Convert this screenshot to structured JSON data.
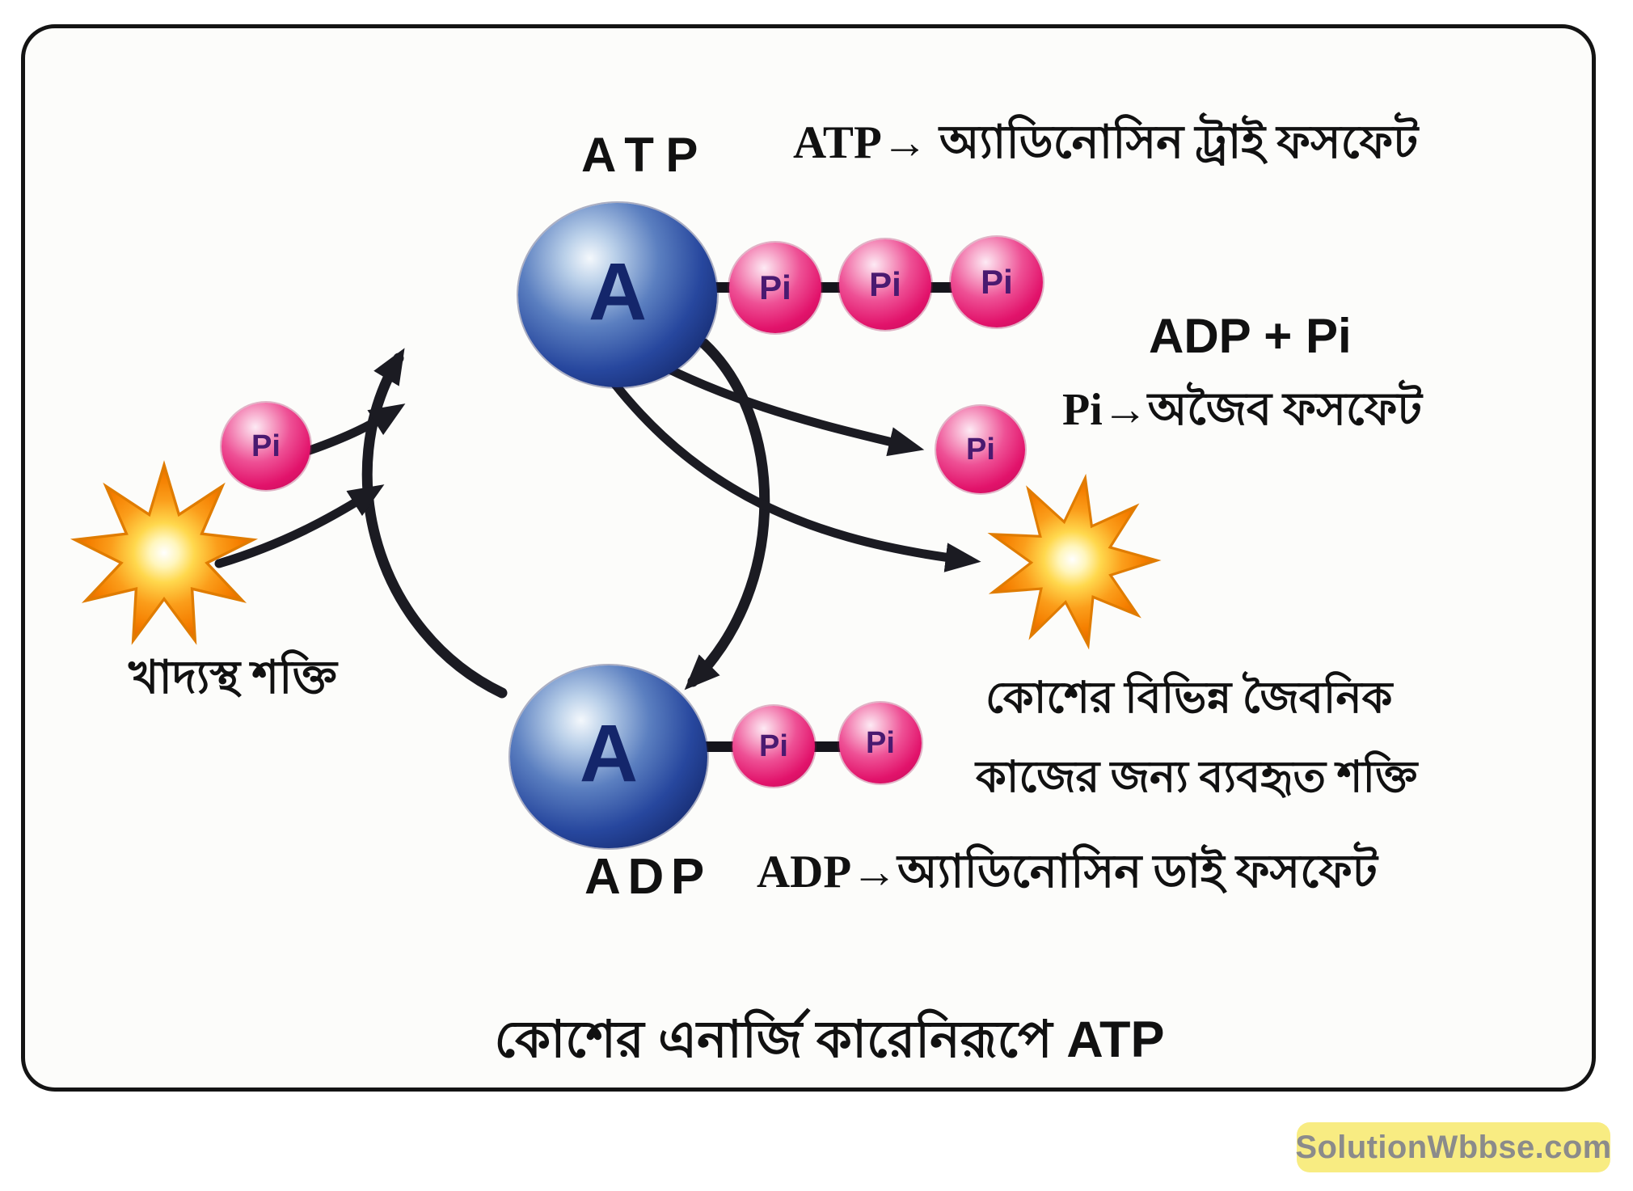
{
  "labels": {
    "adenosine": "A",
    "phosphate": "Pi"
  },
  "header": {
    "atp_title": "ATP",
    "atp_definition": "ATP→ অ্যাডিনোসিন ট্রাই ফসফেট"
  },
  "right_panel": {
    "adp_plus_pi": "ADP + Pi",
    "pi_definition": "Pi→অজৈব ফসফেট",
    "usage_line1": "কোশের বিভিন্ন জৈবনিক",
    "usage_line2": "কাজের জন্য ব্যবহৃত শক্তি"
  },
  "left_panel": {
    "food_energy": "খাদ্যস্থ শক্তি"
  },
  "footer": {
    "adp_title": "ADP",
    "adp_definition": "ADP→অ্যাডিনোসিন ডাই ফসফেট",
    "caption": "কোশের এনার্জি কারেনিরূপে ATP"
  },
  "watermark": {
    "text": "SolutionWbbse.com"
  },
  "colors": {
    "adenosine_blue": "#1f3c96",
    "phosphate_pink": "#e81a6f",
    "energy_orange": "#f79310",
    "arrow_black": "#1b1b22",
    "panel_border": "#141414",
    "watermark_bg": "#f8ec82",
    "watermark_text": "#8b8b8b"
  }
}
